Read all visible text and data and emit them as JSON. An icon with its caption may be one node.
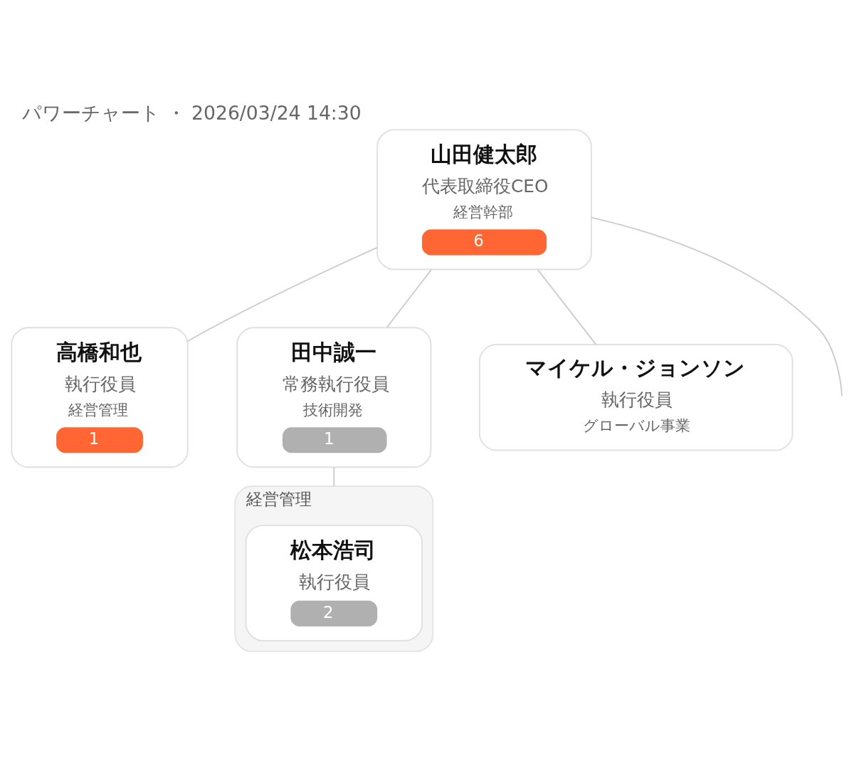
{
  "diagram": {
    "caption": "パワーチャート ・ 2026/03/24 14:30",
    "nodes": [
      {
        "text": [
          "山田健太郎",
          "代表取締役CEO",
          "経営幹部",
          "6"
        ]
      },
      {
        "text": [
          "高橋和也",
          "執行役員",
          "経営管理",
          "1"
        ]
      },
      {
        "text": [
          "田中誠一",
          "常務執行役員",
          "技術開発",
          "1"
        ]
      },
      {
        "text": [
          "マイケル・ジョンソン",
          "執行役員",
          "グローバル事業"
        ]
      },
      {
        "text": [
          "経営管理"
        ]
      },
      {
        "text": [
          "松本浩司",
          "執行役員",
          "2"
        ],
        "in": 4
      }
    ],
    "edges": [
      {
        "from": 0,
        "to": 1,
        "arrow": "none"
      },
      {
        "from": 0,
        "to": 2,
        "arrow": "none"
      },
      {
        "from": 0,
        "to": 3,
        "arrow": "none"
      },
      {
        "from": 0,
        "to": null,
        "arrow": "none"
      },
      {
        "from": 2,
        "to": 4,
        "arrow": "none"
      }
    ]
  }
}
